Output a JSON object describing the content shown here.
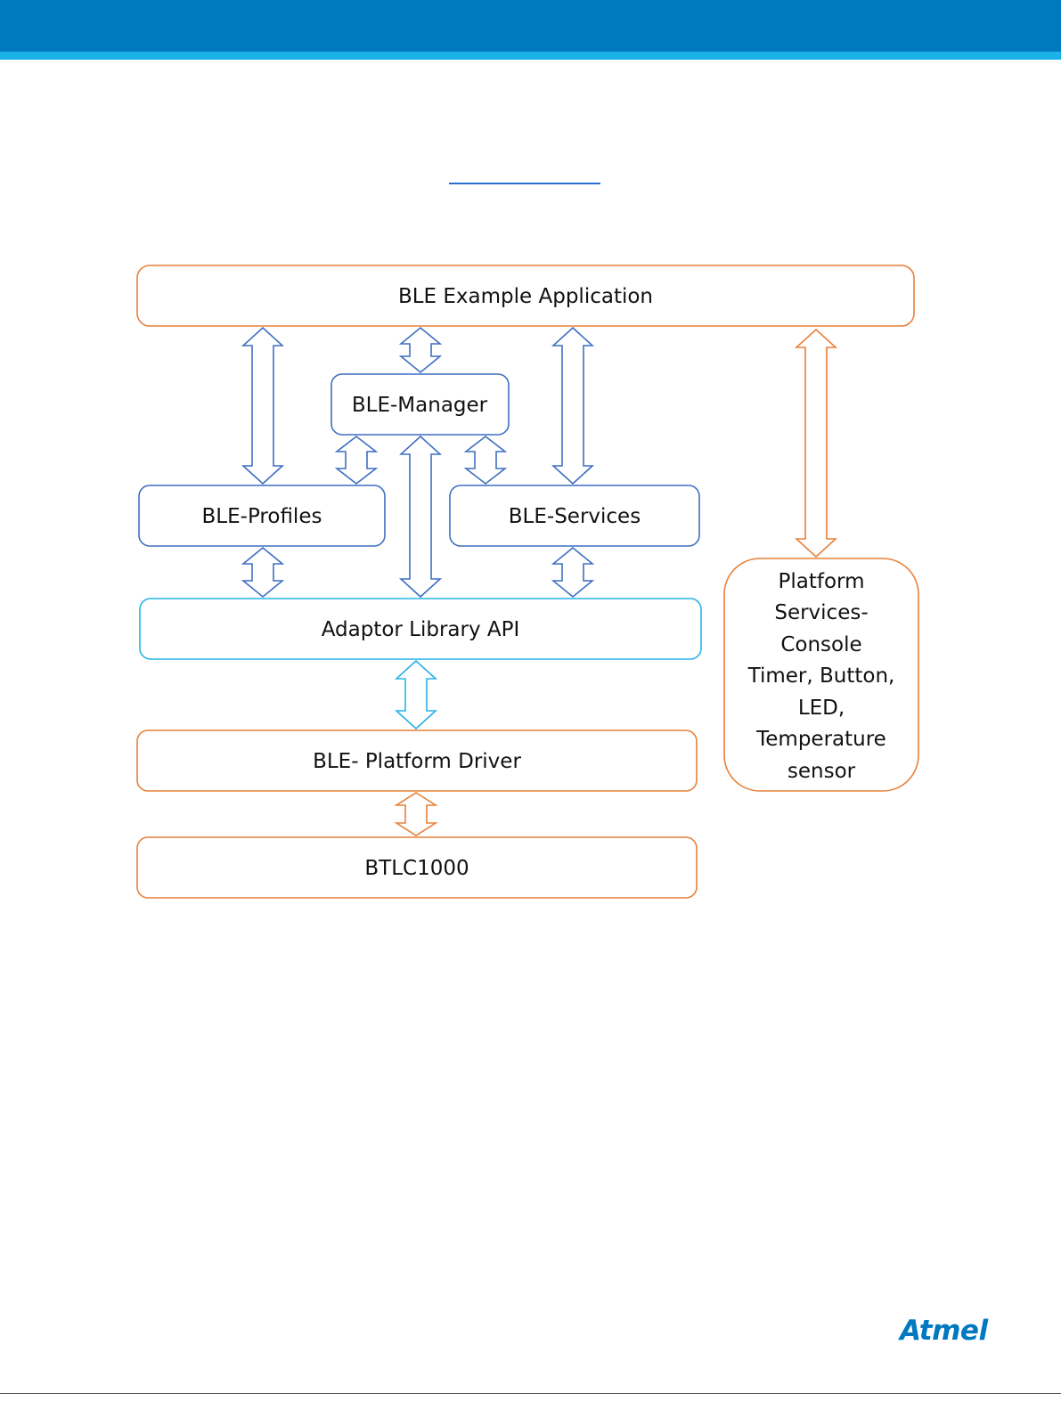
{
  "boxes": {
    "app": "BLE Example Application",
    "manager": "BLE-Manager",
    "profiles": "BLE-Profiles",
    "services": "BLE-Services",
    "adaptor": "Adaptor Library API",
    "driver": "BLE- Platform Driver",
    "chip": "BTLC1000",
    "platform": [
      "Platform",
      "Services-",
      "Console",
      "Timer, Button,",
      "LED,",
      "Temperature",
      "sensor"
    ]
  },
  "logo": {
    "text": "Atmel"
  },
  "colors": {
    "header": "#0079c0",
    "header_stripe": "#1bb2e8",
    "orange": "#e8803a",
    "blue": "#3f6fc2",
    "cyan": "#27b3e6"
  }
}
